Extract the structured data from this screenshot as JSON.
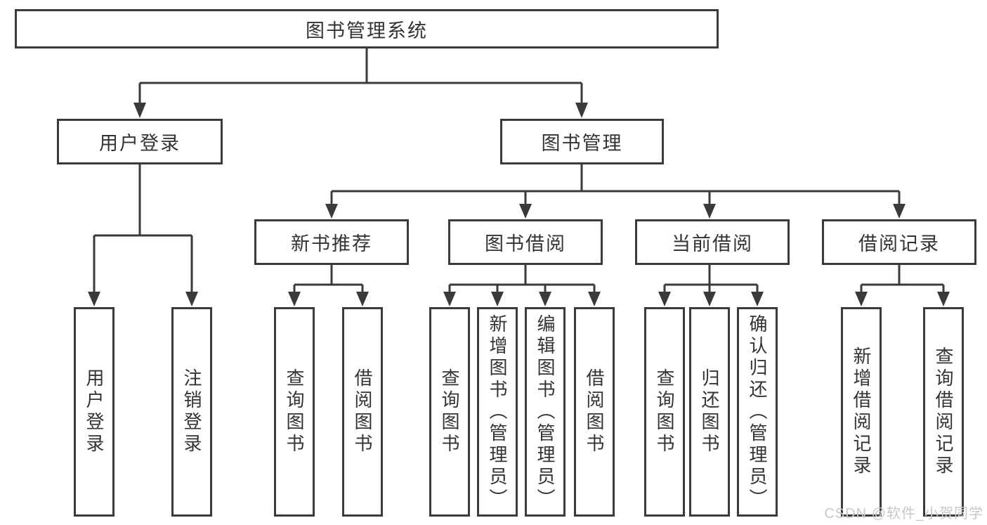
{
  "diagram": {
    "root": {
      "label": "图书管理系统"
    },
    "user_login": {
      "label": "用户登录",
      "children": [
        {
          "label": "用户登录"
        },
        {
          "label": "注销登录"
        }
      ]
    },
    "book_mgmt": {
      "label": "图书管理",
      "sections": [
        {
          "label": "新书推荐",
          "children": [
            {
              "label": "查询图书"
            },
            {
              "label": "借阅图书"
            }
          ]
        },
        {
          "label": "图书借阅",
          "children": [
            {
              "label": "查询图书"
            },
            {
              "label": "新增图书（管理员）"
            },
            {
              "label": "编辑图书（管理员）"
            },
            {
              "label": "借阅图书"
            }
          ]
        },
        {
          "label": "当前借阅",
          "children": [
            {
              "label": "查询图书"
            },
            {
              "label": "归还图书"
            },
            {
              "label": "确认归还（管理员）"
            }
          ]
        },
        {
          "label": "借阅记录",
          "children": [
            {
              "label": "新增借阅记录"
            },
            {
              "label": "查询借阅记录"
            }
          ]
        }
      ]
    }
  },
  "watermark": {
    "text": "CSDN @软件_小贺同学"
  },
  "colors": {
    "line": "#3a3a3a",
    "text": "#333333",
    "watermark": "#c8c8c8",
    "background": "#ffffff"
  }
}
